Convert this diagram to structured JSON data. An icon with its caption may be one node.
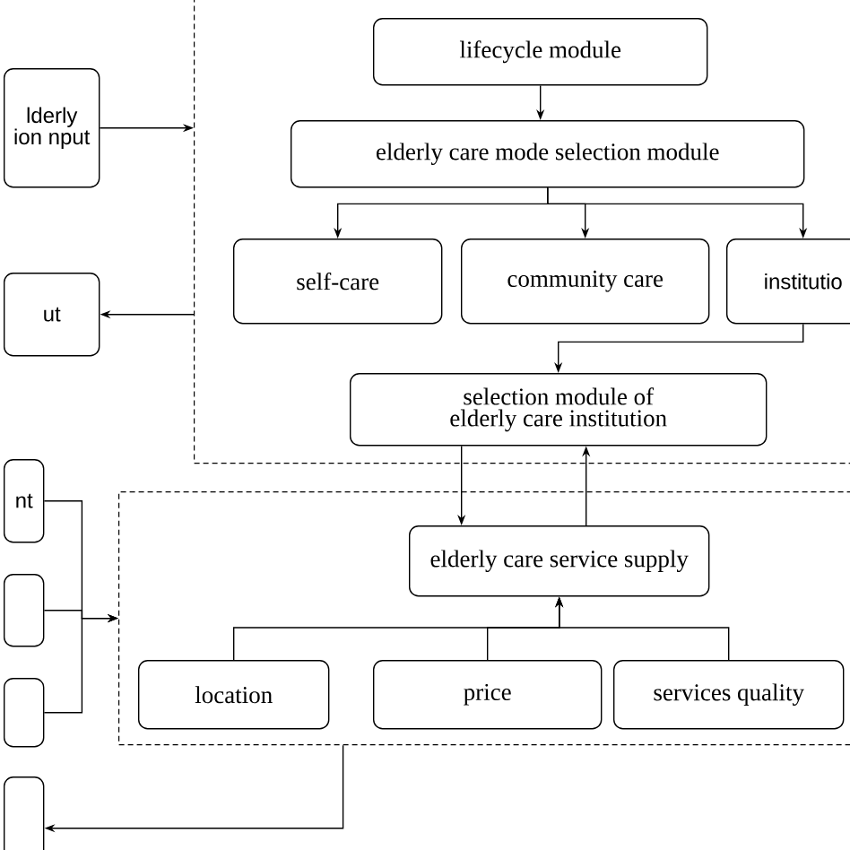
{
  "diagram": {
    "nodes": [
      {
        "text": [
          "lderly ion nput"
        ]
      },
      {
        "text": [
          "ut"
        ]
      },
      {
        "text": [],
        "shape": "box"
      },
      {
        "text": [
          "lifecycle module"
        ],
        "in": 2
      },
      {
        "text": [
          "elderly care mode selection module"
        ],
        "in": 2
      },
      {
        "text": [
          "self-care"
        ],
        "in": 2
      },
      {
        "text": [
          "community  care"
        ],
        "in": 2
      },
      {
        "text": [
          "institutio"
        ],
        "in": 2
      },
      {
        "text": [
          "selection module of elderly care institution"
        ],
        "in": 2
      },
      {
        "text": [
          "nt"
        ]
      },
      {
        "text": [],
        "shape": "box"
      },
      {
        "text": [],
        "shape": "box"
      },
      {
        "text": [],
        "shape": "box"
      },
      {
        "text": [
          "elderly care service supply"
        ],
        "in": 12
      },
      {
        "text": [
          "location"
        ],
        "in": 12
      },
      {
        "text": [
          "price"
        ],
        "in": 12
      },
      {
        "text": [
          "services quality"
        ],
        "in": 12
      },
      {
        "text": [],
        "shape": "box"
      }
    ],
    "edges": [
      {
        "from": 0,
        "to": 2,
        "arrow": "to"
      },
      {
        "from": 2,
        "to": 1,
        "arrow": "to"
      },
      {
        "from": 3,
        "to": 4,
        "arrow": "to"
      },
      {
        "from": 4,
        "to": 5,
        "arrow": "to"
      },
      {
        "from": 4,
        "to": 6,
        "arrow": "to"
      },
      {
        "from": 4,
        "to": 7,
        "arrow": "to"
      },
      {
        "from": 7,
        "to": 8,
        "arrow": "to"
      },
      {
        "from": 8,
        "to": 13,
        "arrow": "to"
      },
      {
        "from": 13,
        "to": 8,
        "arrow": "to"
      },
      {
        "from": 14,
        "to": 13,
        "arrow": "to"
      },
      {
        "from": 15,
        "to": 13,
        "arrow": "to"
      },
      {
        "from": 16,
        "to": 13,
        "arrow": "to"
      },
      {
        "from": 9,
        "to": 12,
        "arrow": "to"
      },
      {
        "from": 10,
        "to": 12,
        "arrow": "to"
      },
      {
        "from": 11,
        "to": 12,
        "arrow": "to"
      },
      {
        "from": 12,
        "to": 17,
        "arrow": "to"
      }
    ]
  }
}
